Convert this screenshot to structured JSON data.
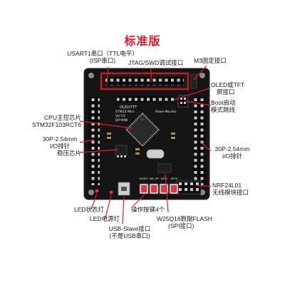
{
  "title": "标准版",
  "colors": {
    "title": "#e8192c",
    "leader": "#e8192c",
    "pcb": "#151515",
    "header_pin": "#d6d6d6"
  },
  "labels": {
    "usart": [
      "USART1串口（TTL电平）",
      "(ISP串口)"
    ],
    "jtag": "JTAG/SWD调试接口",
    "m3": "M3固定接口",
    "oled": [
      "OLED或TFT",
      "屏接口"
    ],
    "boot": [
      "Boot启动",
      "模式跳线"
    ],
    "cpu": [
      "CPU主控芯片",
      "STM32F103RCT6"
    ],
    "io_left": [
      "30P-2.54mm",
      "I/O排针"
    ],
    "regulator": "稳压芯片",
    "io_right": [
      "30P-2.54mm",
      "I/O排针"
    ],
    "nrf": [
      "NRF24L01",
      "无线模块接口"
    ],
    "led_status": "LED状态灯",
    "led_power": "LED电源灯",
    "keys": "操作按键4个",
    "flash": [
      "W25Q16数据FLASH",
      "(SPI接口)"
    ],
    "usb": [
      "USB-Slave接口",
      "(不是USB串口)"
    ]
  },
  "board_silk": {
    "oled_header": "OLED/TFT",
    "mcu_line1": "STM32-Mini",
    "mcu_line2": "Ver:V3",
    "mcu_line3": "DIY-MINI",
    "power": "Power-Monitor",
    "key_labels": [
      "RESET",
      "WK_UP",
      "KEY1",
      "KEY0"
    ]
  }
}
